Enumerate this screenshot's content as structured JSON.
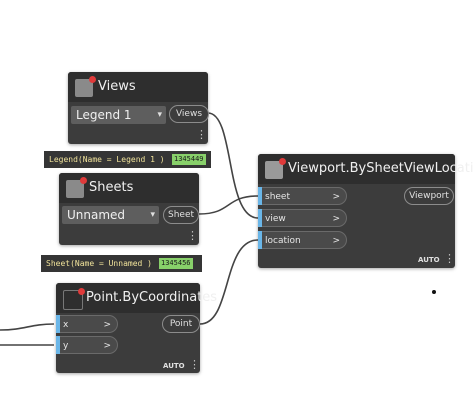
{
  "colors": {
    "canvas": "#ffffff",
    "node_body": "#3c3c3c",
    "node_header": "#2e2e2e",
    "port_marker": "#6ab6e8",
    "watch_text": "#f0e29a",
    "watch_id_bg": "#88d06a",
    "wire": "#444444"
  },
  "views_node": {
    "title": "Views",
    "icon": "revit-views-icon",
    "selected": "Legend 1",
    "output_port": "Views",
    "menu": "⋮"
  },
  "views_watch": {
    "text": "Legend(Name = Legend 1 )",
    "id": "1345449"
  },
  "sheets_node": {
    "title": "Sheets",
    "icon": "revit-sheets-icon",
    "selected": "Unnamed",
    "output_port": "Sheet",
    "menu": "⋮"
  },
  "sheets_watch": {
    "text": "Sheet(Name = Unnamed )",
    "id": "1345456"
  },
  "viewport_node": {
    "title": "Viewport.BySheetViewLocation",
    "icon": "viewport-create-icon",
    "inputs": [
      "sheet",
      "view",
      "location"
    ],
    "output_port": "Viewport",
    "lacing": "AUTO",
    "menu": "⋮"
  },
  "point_node": {
    "title": "Point.ByCoordinates",
    "icon": "point-icon",
    "inputs": [
      "x",
      "y"
    ],
    "output_port": "Point",
    "lacing": "AUTO",
    "menu": "⋮"
  },
  "port_arrow": ">",
  "dropdown_chevron": "▾"
}
